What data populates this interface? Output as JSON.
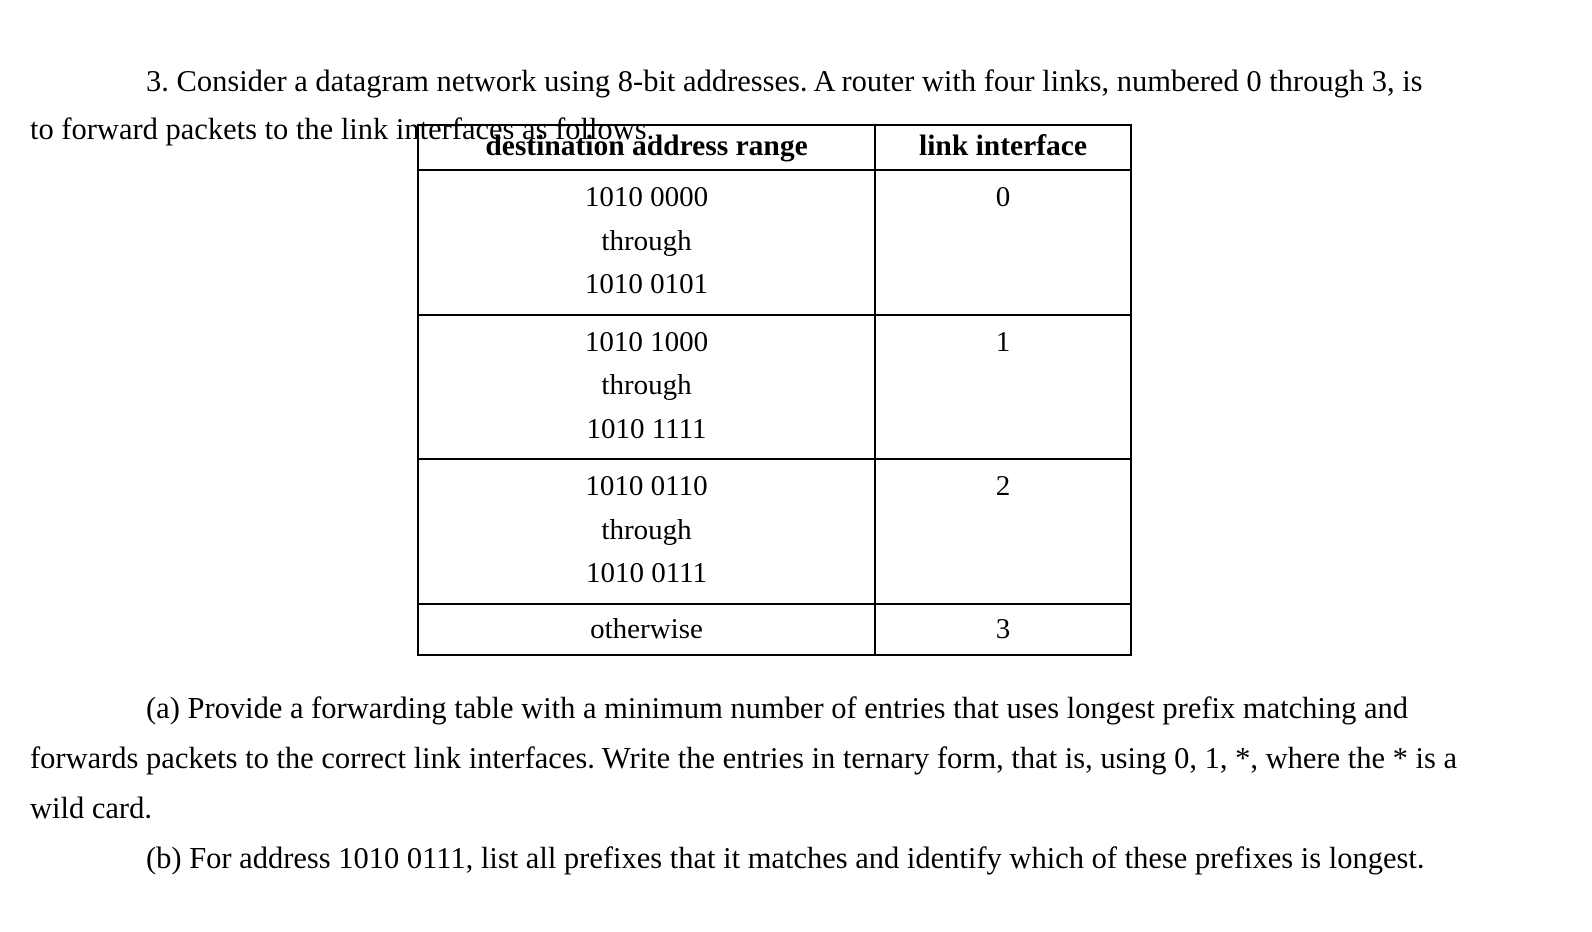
{
  "document": {
    "problem_number": "3.",
    "intro": {
      "sentence_1": "3. Consider a datagram network using 8-bit addresses.",
      "sentence_2": "A router with four links, numbered 0 through 3, is to forward packets to the link interfaces as follows.",
      "full_text": "3. Consider a datagram network using 8-bit addresses.  A router with four links, numbered 0 through 3, is to forward packets to the link interfaces as follows."
    },
    "table": {
      "headers": {
        "range": "destination address range",
        "link": "link interface"
      },
      "rows": [
        {
          "range_start": "1010 0000",
          "range_connector": "through",
          "range_end": "1010 0101",
          "link_interface": "0"
        },
        {
          "range_start": "1010 1000",
          "range_connector": "through",
          "range_end": "1010 1111",
          "link_interface": "1"
        },
        {
          "range_start": "1010 0110",
          "range_connector": "through",
          "range_end": "1010 0111",
          "link_interface": "2"
        }
      ],
      "otherwise_row": {
        "range": "otherwise",
        "link_interface": "3"
      }
    },
    "parts": {
      "a": "(a) Provide a forwarding table with a minimum number of entries that uses longest prefix matching and forwards packets to the correct link interfaces.  Write the entries in ternary form, that is, using 0, 1, *, where the * is a wild card.",
      "b": "(b) For address 1010 0111, list all prefixes that it matches and identify which of these prefixes is longest."
    }
  },
  "colors": {
    "background": "#ffffff",
    "text": "#000000",
    "table_border": "#000000"
  }
}
